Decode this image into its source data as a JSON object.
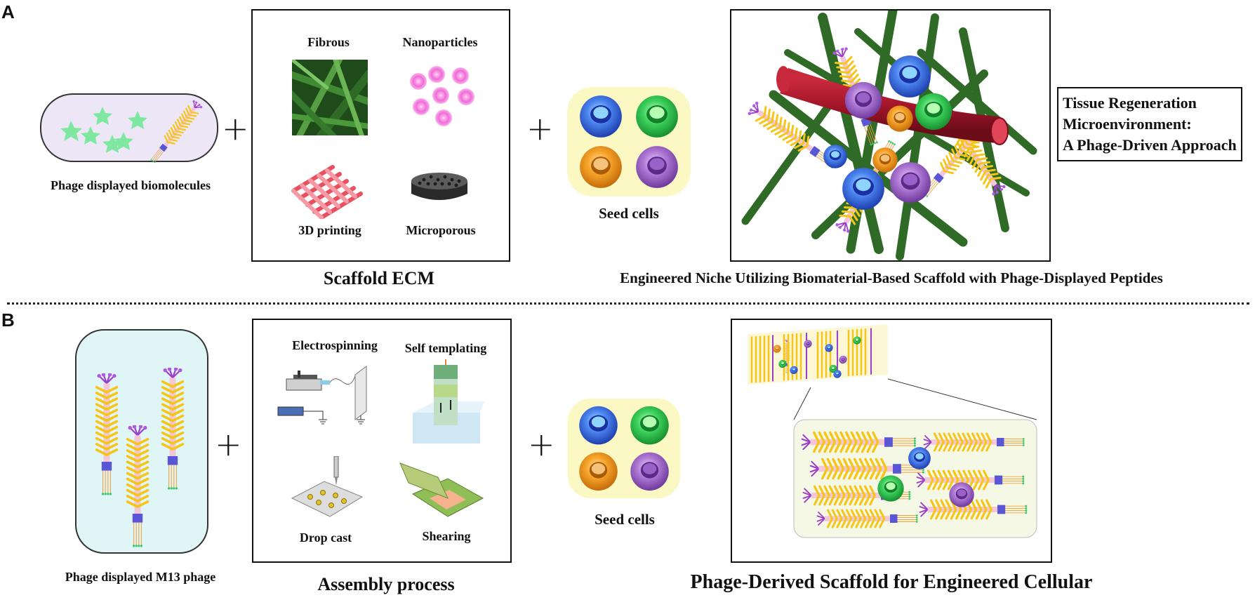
{
  "panels": {
    "a": {
      "letter": "A",
      "phage_label": "Phage displayed biomolecules",
      "scaffold": {
        "items": [
          "Fibrous",
          "Nanoparticles",
          "3D printing",
          "Microporous"
        ],
        "caption": "Scaffold ECM"
      },
      "seed_label": "Seed cells",
      "niche_caption": "Engineered Niche Utilizing Biomaterial-Based Scaffold with Phage-Displayed Peptides",
      "title_lines": [
        "Tissue Regeneration",
        "Microenvironment:",
        "A Phage-Driven Approach"
      ]
    },
    "b": {
      "letter": "B",
      "phage_label": "Phage displayed M13 phage",
      "assembly": {
        "items": [
          "Electrospinning",
          "Self templating",
          "Drop cast",
          "Shearing"
        ],
        "caption": "Assembly process"
      },
      "seed_label": "Seed cells",
      "result_caption": "Phage-Derived Scaffold for Engineered Cellular"
    }
  },
  "plus_symbol": "+",
  "colors": {
    "phage_body": "#f5c518",
    "phage_core": "#f3c6d8",
    "phage_head": "#9b3fc9",
    "cell_blue": "#3a6de0",
    "cell_green": "#27c24a",
    "cell_orange": "#f39a1e",
    "cell_purple": "#9b5fc0",
    "fiber_green": "#2f6b26",
    "vessel_red": "#a3162a",
    "seed_bg": "#fcf8c4",
    "phage_bg_a": "#ece6f6",
    "phage_bg_b": "#e0f5f5"
  }
}
